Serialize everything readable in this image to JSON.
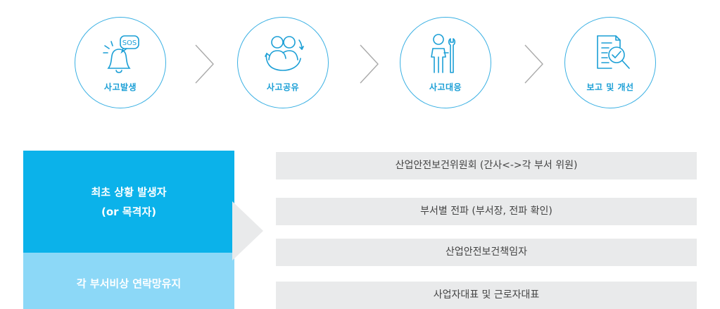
{
  "steps": [
    {
      "label": "사고발생",
      "icon": "alarm-bell-sos-icon",
      "badge": "SOS"
    },
    {
      "label": "사고공유",
      "icon": "people-share-icon"
    },
    {
      "label": "사고대응",
      "icon": "worker-wrench-icon"
    },
    {
      "label": "보고 및 개선",
      "icon": "report-magnifier-icon"
    }
  ],
  "reporter_box": {
    "line1": "최초 상황 발생자",
    "line2": "(or 목격자)"
  },
  "contact_box": {
    "label": "각 부서비상 연락망유지"
  },
  "notify_targets": [
    "산업안전보건위원회 (간사<->각 부서 위원)",
    "부서별 전파 (부서장, 전파 확인)",
    "산업안전보건책임자",
    "사업자대표 및 근로자대표"
  ],
  "colors": {
    "accent": "#1b9fd6",
    "circle_border": "#3ab0e3",
    "primary_box": "#0bb2ea",
    "secondary_box": "#8cd8f7",
    "bar_bg": "#e9eaeb",
    "chevron": "#a9a9a9"
  }
}
